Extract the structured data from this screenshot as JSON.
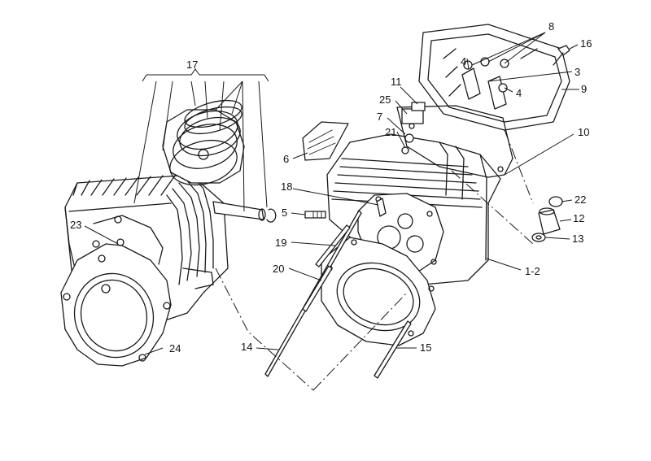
{
  "callouts": {
    "p1_2": "1-2",
    "p3": "3",
    "p4a": "4",
    "p4b": "4",
    "p5": "5",
    "p6": "6",
    "p7": "7",
    "p8": "8",
    "p9": "9",
    "p10": "10",
    "p11": "11",
    "p12": "12",
    "p13": "13",
    "p14": "14",
    "p15": "15",
    "p16": "16",
    "p17": "17",
    "p18": "18",
    "p19": "19",
    "p20": "20",
    "p21": "21",
    "p22": "22",
    "p23": "23",
    "p24": "24",
    "p25": "25"
  },
  "colors": {
    "ink": "#1a1a1a",
    "background": "#ffffff"
  }
}
